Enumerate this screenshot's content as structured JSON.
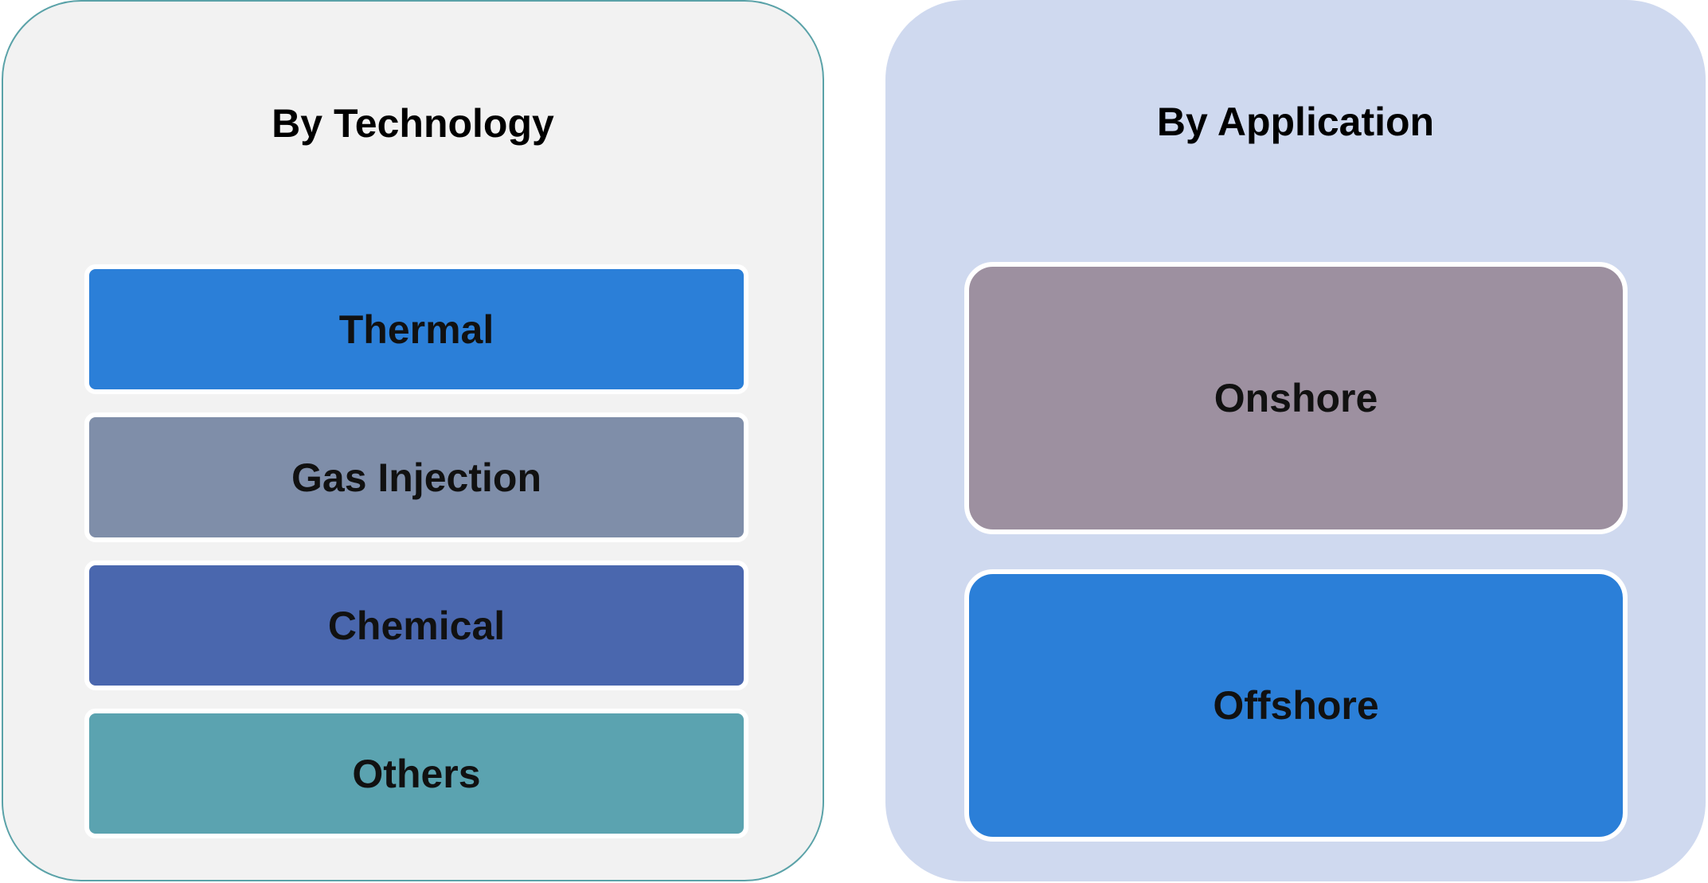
{
  "technology": {
    "title": "By Technology",
    "items": [
      {
        "label": "Thermal",
        "color": "#2b7fd8"
      },
      {
        "label": "Gas Injection",
        "color": "#7f8ea9"
      },
      {
        "label": "Chemical",
        "color": "#4a67ae"
      },
      {
        "label": "Others",
        "color": "#5ba3b0"
      }
    ]
  },
  "application": {
    "title": "By Application",
    "items": [
      {
        "label": "Onshore",
        "color": "#9d90a0"
      },
      {
        "label": "Offshore",
        "color": "#2b7fd8"
      }
    ]
  }
}
